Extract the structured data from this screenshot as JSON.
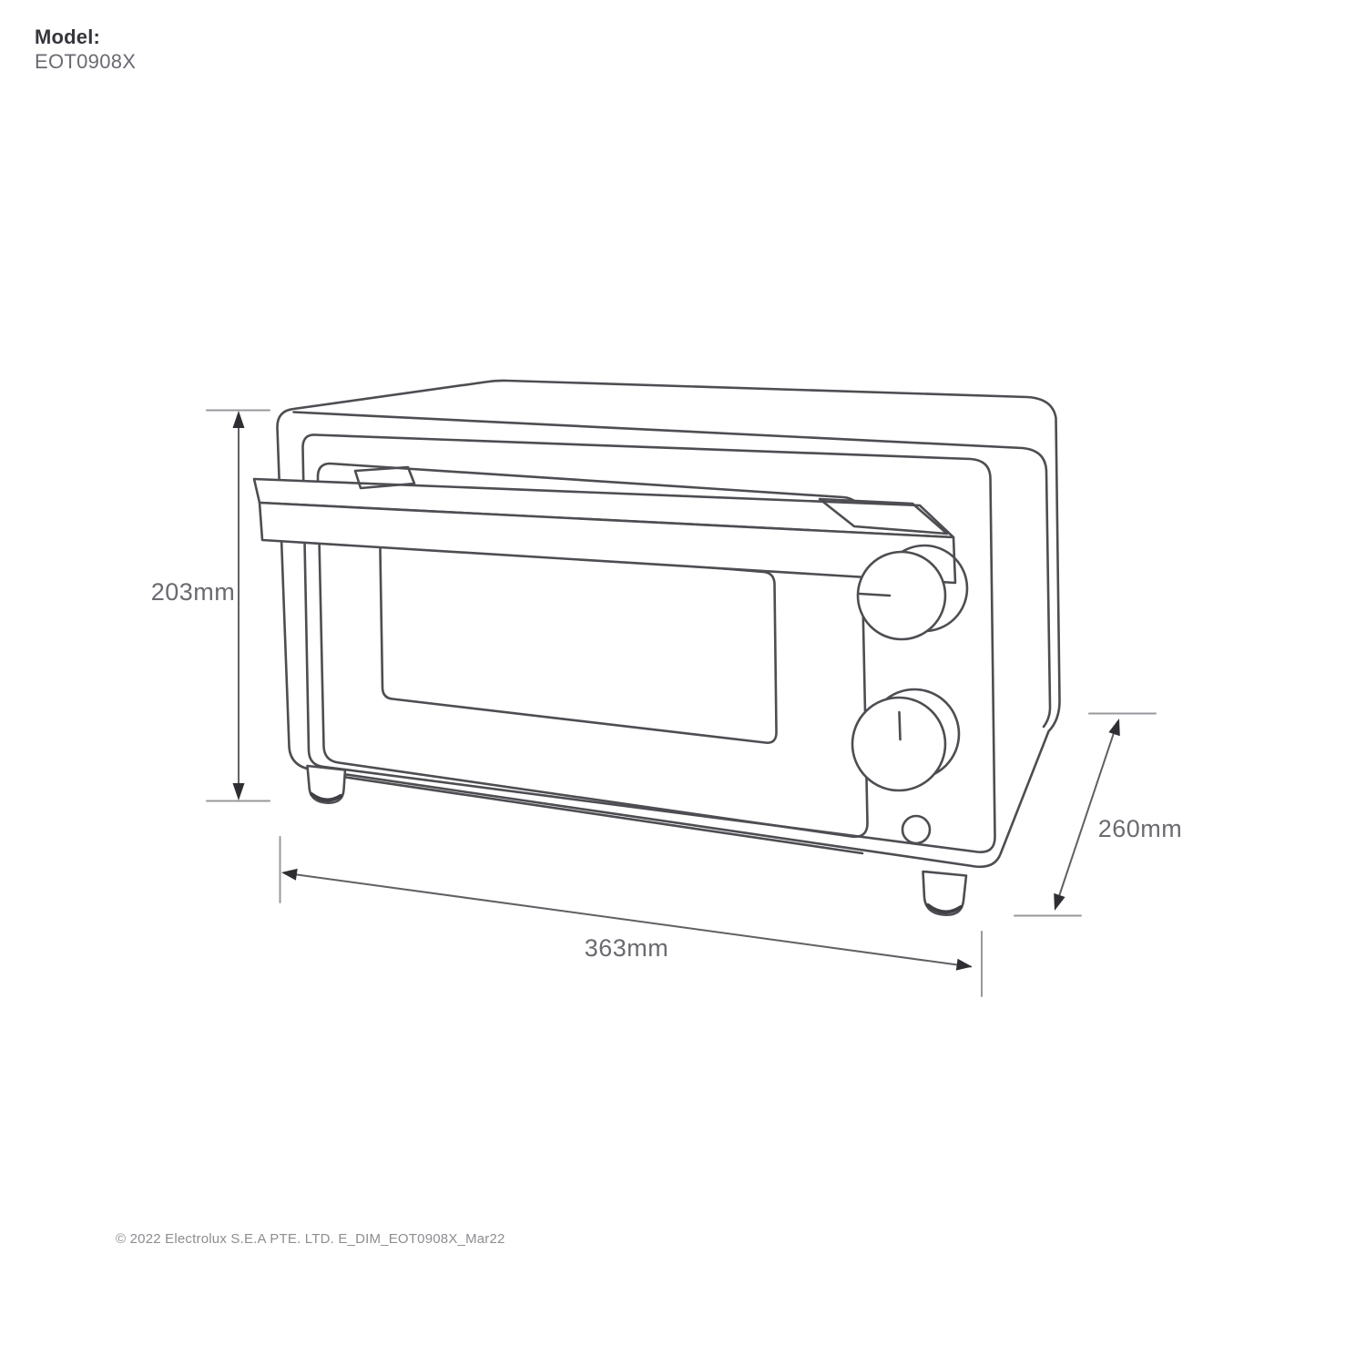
{
  "page": {
    "background": "#ffffff"
  },
  "header": {
    "model_label": "Model:",
    "model_number": "EOT0908X"
  },
  "product": {
    "type": "toaster-oven-line-drawing"
  },
  "dimensions": {
    "height": "203mm",
    "width": "363mm",
    "depth": "260mm"
  },
  "footer": {
    "copyright": "© 2022 Electrolux S.E.A PTE. LTD.  E_DIM_EOT0908X_Mar22"
  },
  "colors": {
    "line": "#4d4d52",
    "dimension_line": "#606065",
    "tick": "#98989c",
    "arrow": "#2f2f33",
    "label": "#6a6a70"
  }
}
